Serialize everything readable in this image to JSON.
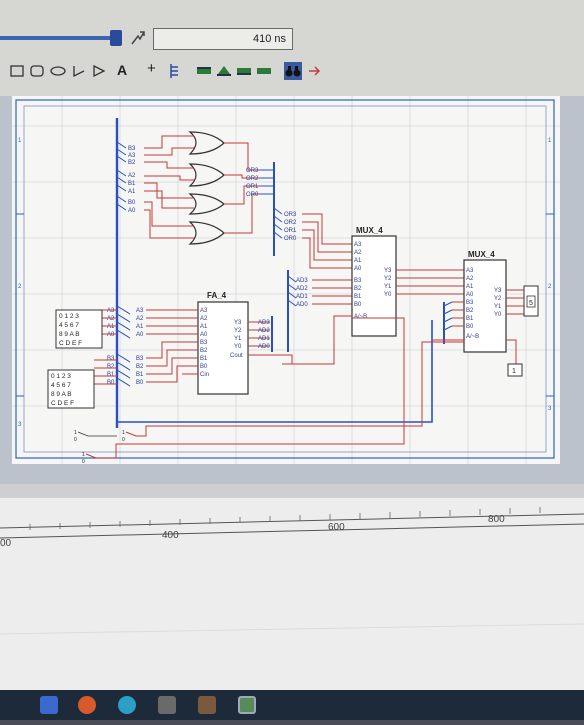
{
  "sim": {
    "time_value": "410 ns"
  },
  "toolbar": {
    "icons": [
      "rectangle-icon",
      "rounded-rect-icon",
      "ellipse-icon",
      "polyline-icon",
      "polygon-icon",
      "text-icon",
      "crosshair-icon",
      "bus-icon",
      "ground-icon",
      "power-icon",
      "terminal-icon",
      "wire-icon",
      "binoculars-icon",
      "probe-icon"
    ],
    "text_tool": "A",
    "crosshair": "+"
  },
  "sheet": {
    "row_markers": [
      "1",
      "2",
      "3"
    ],
    "or_inputs": [
      "B3",
      "A3",
      "B2",
      "A2",
      "B1",
      "A1",
      "B0",
      "A0"
    ],
    "or_outputs": [
      "OR3",
      "OR2",
      "OR1",
      "OR0"
    ],
    "or_bus_taps": [
      "OR3",
      "OR2",
      "OR1",
      "OR0"
    ],
    "fa": {
      "title": "FA_4",
      "inputs": [
        "A3",
        "A2",
        "A1",
        "A0",
        "B3",
        "B2",
        "B1",
        "B0",
        "Cin"
      ],
      "outputs": [
        "Y3",
        "Y2",
        "Y1",
        "Y0",
        "Cout"
      ],
      "left_wires_a": [
        "A3",
        "A2",
        "A1",
        "A0"
      ],
      "left_bus_a": [
        "A3",
        "A2",
        "A1",
        "A0"
      ],
      "left_wires_b": [
        "B3",
        "B2",
        "B1",
        "B0"
      ],
      "left_bus_b": [
        "B3",
        "B2",
        "B1",
        "B0"
      ],
      "out_nets": [
        "AD3",
        "AD2",
        "AD1",
        "AD0"
      ]
    },
    "mux1": {
      "title": "MUX_4",
      "inputs": [
        "A3",
        "A2",
        "A1",
        "A0",
        "B3",
        "B2",
        "B1",
        "B0",
        "A/~B"
      ],
      "outputs": [
        "Y3",
        "Y2",
        "Y1",
        "Y0"
      ],
      "ad_taps": [
        "AD3",
        "AD2",
        "AD1",
        "AD0"
      ]
    },
    "mux2": {
      "title": "MUX_4",
      "inputs": [
        "A3",
        "A2",
        "A1",
        "A0",
        "B3",
        "B2",
        "B1",
        "B0",
        "A/~B"
      ],
      "outputs": [
        "Y3",
        "Y2",
        "Y1",
        "Y0"
      ]
    },
    "hexkey_top": {
      "rows": [
        "0 1 2 3",
        "4 5 6 7",
        "8 9 A B",
        "C D E F"
      ]
    },
    "hexkey_bottom": {
      "rows": [
        "0 1 2 3",
        "4 5 6 7",
        "8 9 A B",
        "C D E F"
      ]
    },
    "hex_display": {
      "value": "5"
    },
    "probe": {
      "value": "1"
    },
    "switches": [
      {
        "top": "1",
        "bottom": "0"
      },
      {
        "top": "1",
        "bottom": "0"
      },
      {
        "top": "1",
        "bottom": "0"
      }
    ]
  },
  "timeline": {
    "ticks": [
      "00",
      "400",
      "600",
      "800"
    ]
  }
}
